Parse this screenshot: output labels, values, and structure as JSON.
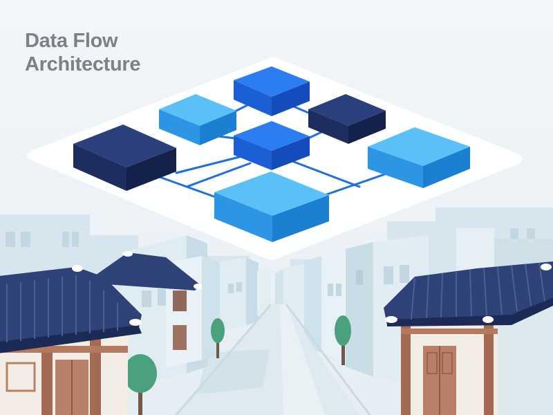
{
  "title": {
    "line1": "Data Flow",
    "line2": "Architecture"
  },
  "colors": {
    "background": "#eef3f6",
    "platform": "#ffffff",
    "connector": "#1f6fe0",
    "block_dark": "#1f3268",
    "block_medium": "#1e63e6",
    "block_light": "#3aa6f0",
    "roof": "#2e4277",
    "wood": "#a56b52",
    "tree": "#4aa17d"
  },
  "diagram": {
    "blocks": [
      {
        "id": "top",
        "tone": "medium"
      },
      {
        "id": "upper-left",
        "tone": "light"
      },
      {
        "id": "upper-right",
        "tone": "dark"
      },
      {
        "id": "center",
        "tone": "medium"
      },
      {
        "id": "left",
        "tone": "dark"
      },
      {
        "id": "right",
        "tone": "light"
      },
      {
        "id": "bottom",
        "tone": "light"
      }
    ]
  },
  "scene": {
    "style": "hanok street with traditional tiled roofs and modern buildings"
  }
}
